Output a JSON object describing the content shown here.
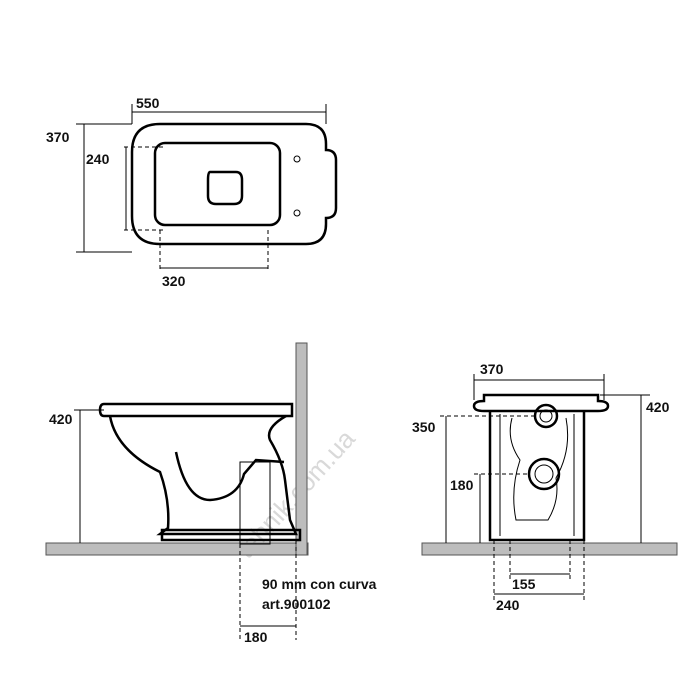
{
  "top_view": {
    "width_label": "550",
    "depth_label": "370",
    "inner_depth_label": "240",
    "inner_width_label": "320"
  },
  "side_view": {
    "height_label": "420",
    "pipe_note_line1": "90 mm con curva",
    "pipe_note_line2": "art.900102",
    "offset_label": "180"
  },
  "front_view": {
    "width_label": "370",
    "height_label": "420",
    "upper_outlet_label": "350",
    "lower_outlet_label": "180",
    "base_inner_label": "155",
    "base_outer_label": "240"
  },
  "watermark": "tehnik.com.ua"
}
